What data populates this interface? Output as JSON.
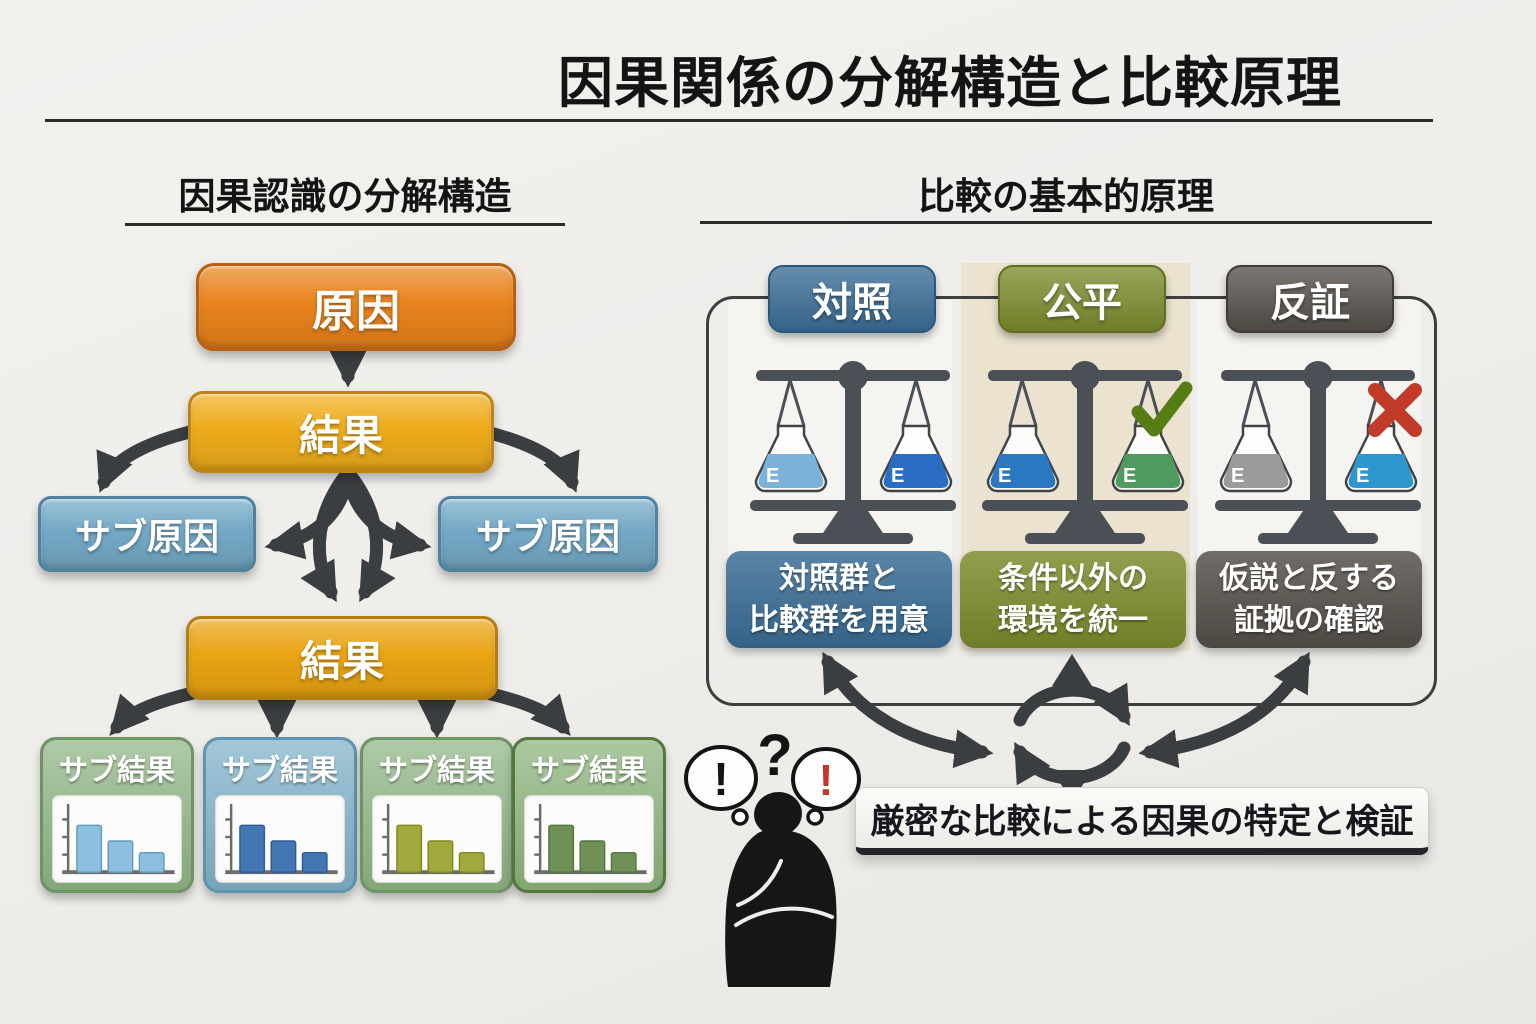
{
  "page": {
    "title": "因果関係の分解構造と比較原理"
  },
  "left": {
    "heading": "因果認識の分解構造",
    "nodes": {
      "cause": "原因",
      "effect_top": "結果",
      "sub_cause_left": "サブ原因",
      "sub_cause_right": "サブ原因",
      "effect_bottom": "結果"
    },
    "node_colors": {
      "cause_bg": "#e8831c",
      "cause_border": "#b95f0e",
      "effect_top_bg": "#eeac1b",
      "effect_top_border": "#bf8414",
      "effect_bottom_bg": "#e9a412",
      "effect_bottom_border": "#b57d10",
      "sub_cause_bg": "#74a9c6",
      "sub_cause_border": "#4d82a1"
    },
    "sub_results": [
      {
        "label": "サブ結果",
        "box": "#8fb584",
        "border": "#6d9464",
        "bar": "#8cc1dd",
        "bar_border": "#5f9cbf"
      },
      {
        "label": "サブ結果",
        "box": "#7fb2c9",
        "border": "#5e94ae",
        "bar": "#4377b4",
        "bar_border": "#2f5d98"
      },
      {
        "label": "サブ結果",
        "box": "#8fb584",
        "border": "#6d9464",
        "bar": "#a2a93c",
        "bar_border": "#83881f"
      },
      {
        "label": "サブ結果",
        "box": "#8cb37b",
        "border": "#54763f",
        "bar": "#6f9158",
        "bar_border": "#54763f"
      }
    ],
    "mini_chart": {
      "type": "bar",
      "bars_relative": [
        3,
        2,
        1
      ]
    }
  },
  "right": {
    "heading": "比較の基本的原理",
    "beaker_label": "E",
    "columns": [
      {
        "label": "対照",
        "desc": "対照群と\n比較群を用意",
        "color": "#3a6d96",
        "border": "#29567b",
        "left_liquid": "#7ab2da",
        "right_liquid": "#2a6ec4",
        "mark": "none"
      },
      {
        "label": "公平",
        "desc": "条件以外の\n環境を統一",
        "color": "#7d8c2c",
        "border": "#626f1a",
        "left_liquid": "#2a79c0",
        "right_liquid": "#4f9a5f",
        "mark": "check",
        "mark_color": "#567c14"
      },
      {
        "label": "反証",
        "desc": "仮説と反する\n証拠の確認",
        "color": "#56504a",
        "border": "#403b36",
        "left_liquid": "#9b9b9b",
        "right_liquid": "#2f97d0",
        "mark": "cross",
        "mark_color": "#c23a28"
      }
    ],
    "conclusion": "厳密な比較による因果の特定と検証"
  },
  "thinker": {
    "left_bubble": "!",
    "question": "?",
    "right_bubble": "!",
    "alert_color": "#c0392b"
  },
  "colors": {
    "arrow": "#3b3e41",
    "cream_panel": "#ebe2cf"
  }
}
